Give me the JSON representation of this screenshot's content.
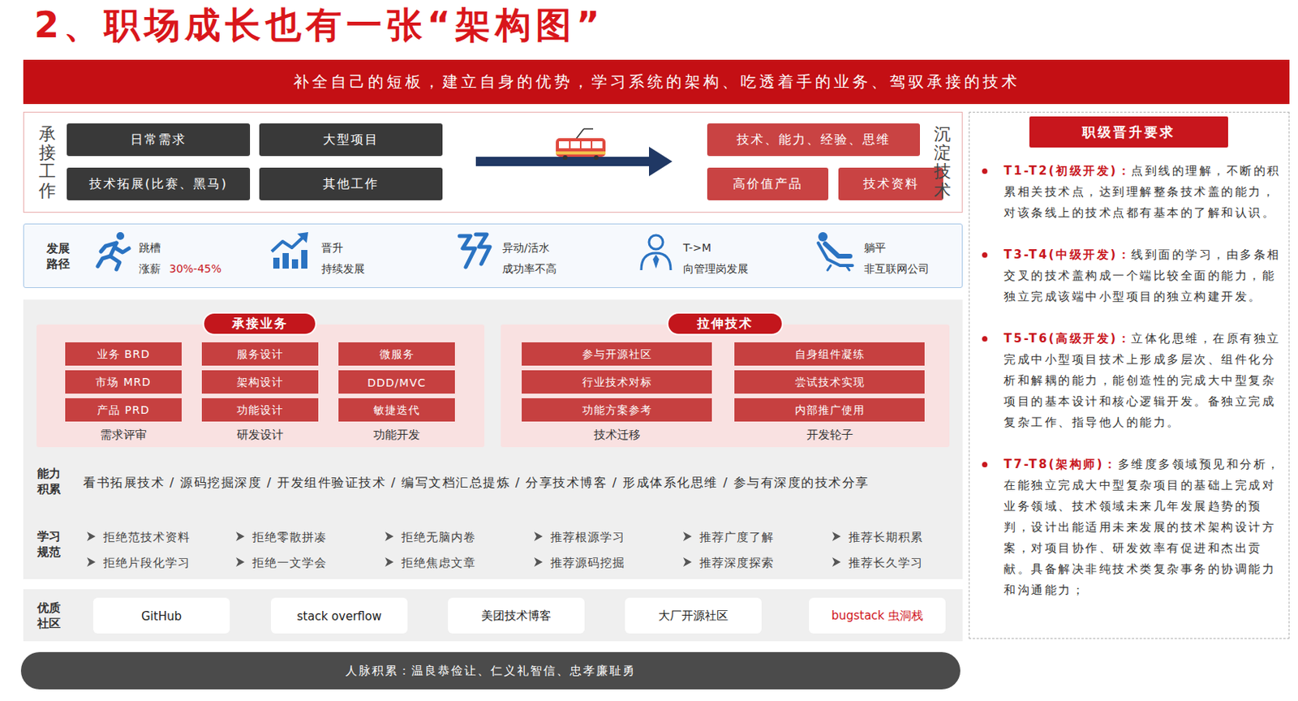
{
  "diagram": {
    "title": "2、职场成长也有一张“架构图”",
    "nodes": [
      {
        "text": [
          "补全自己的短板，建立自身的优势，学习系统的架构、吃透着手的业务、驾驭承接的技术"
        ]
      },
      {
        "text": [
          "承接工作",
          "沉淀技术"
        ]
      },
      {
        "text": [
          "日常需求"
        ],
        "in": 1
      },
      {
        "text": [
          "大型项目"
        ],
        "in": 1
      },
      {
        "text": [
          "技术拓展(比赛、黑马)"
        ],
        "in": 1
      },
      {
        "text": [
          "其他工作"
        ],
        "in": 1
      },
      {
        "text": [
          "技术、能力、经验、思维"
        ],
        "in": 1
      },
      {
        "text": [
          "高价值产品"
        ],
        "in": 1
      },
      {
        "text": [
          "技术资料"
        ],
        "in": 1
      },
      {
        "text": [
          "发展路径",
          "跳槽",
          "涨薪",
          "30%-45%",
          "晋升",
          "持续发展",
          "异动/活水",
          "成功率不高",
          "T->M",
          "向管理岗发展",
          "躺平",
          "非互联网公司"
        ]
      },
      {
        "text": [
          "能力积累",
          "看书拓展技术 / 源码挖掘深度 / 开发组件验证技术 / 编写文档汇总提炼 / 分享技术博客 / 形成体系化思维 / 参与有深度的技术分享",
          "学习规范",
          "拒绝范技术资料",
          "拒绝零散拼凑",
          "拒绝无脑内卷",
          "推荐根源学习",
          "推荐广度了解",
          "推荐长期积累",
          "拒绝片段化学习",
          "拒绝一文学会",
          "拒绝焦虑文章",
          "推荐源码挖掘",
          "推荐深度探索",
          "推荐长久学习"
        ]
      },
      {
        "text": [
          "需求评审",
          "研发设计",
          "功能开发"
        ],
        "in": 10
      },
      {
        "text": [
          "承接业务"
        ],
        "in": 11
      },
      {
        "text": [
          "业务 BRD"
        ],
        "in": 11
      },
      {
        "text": [
          "服务设计"
        ],
        "in": 11
      },
      {
        "text": [
          "微服务"
        ],
        "in": 11
      },
      {
        "text": [
          "市场 MRD"
        ],
        "in": 11
      },
      {
        "text": [
          "架构设计"
        ],
        "in": 11
      },
      {
        "text": [
          "DDD/MVC"
        ],
        "in": 11
      },
      {
        "text": [
          "产品 PRD"
        ],
        "in": 11
      },
      {
        "text": [
          "功能设计"
        ],
        "in": 11
      },
      {
        "text": [
          "敏捷迭代"
        ],
        "in": 11
      },
      {
        "text": [
          "技术迁移",
          "开发轮子"
        ],
        "in": 10
      },
      {
        "text": [
          "拉伸技术"
        ],
        "in": 22
      },
      {
        "text": [
          "参与开源社区"
        ],
        "in": 22
      },
      {
        "text": [
          "自身组件凝练"
        ],
        "in": 22
      },
      {
        "text": [
          "行业技术对标"
        ],
        "in": 22
      },
      {
        "text": [
          "尝试技术实现"
        ],
        "in": 22
      },
      {
        "text": [
          "功能方案参考"
        ],
        "in": 22
      },
      {
        "text": [
          "内部推广使用"
        ],
        "in": 22
      },
      {
        "text": [
          "优质社区"
        ]
      },
      {
        "text": [
          "GitHub"
        ],
        "in": 30
      },
      {
        "text": [
          "stack overflow"
        ],
        "in": 30
      },
      {
        "text": [
          "美团技术博客"
        ],
        "in": 30
      },
      {
        "text": [
          "大厂开源社区"
        ],
        "in": 30
      },
      {
        "text": [
          "bugstack 虫洞栈"
        ],
        "in": 30
      },
      {
        "text": [
          "人脉积累：温良恭俭让、仁义礼智信、忠孝廉耻勇"
        ]
      },
      {
        "text": [
          "T1-T2(初级开发)：",
          "点到线的理解，不断的积累相关技术点，达到理解整条技术盖的能力，对该条线上的技术点都有基本的了解和认识。",
          "T3-T4(中级开发)：",
          "线到面的学习，由多条相交叉的技术盖构成一个端比较全面的能力，能独立完成该端中小型项目的独立构建开发。",
          "T5-T6(高级开发)：",
          "立体化思维，在原有独立完成中小型项目技术上形成多层次、组件化分析和解耦的能力，能创造性的完成大中型复杂项目的基本设计和核心逻辑开发。备独立完成复杂工作、指导他人的能力。",
          "T7-T8(架构师)：",
          "多维度多领域预见和分析，在能独立完成大中型复杂项目的基础上完成对业务领域、技术领域未来几年发展趋势的预判，设计出能适用未来发展的技术架构设计方案，对项目协作、研发效率有促进和杰出贡献。具备解决非纯技术类复杂事务的协调能力和沟通能力；"
        ]
      },
      {
        "text": [
          "职级晋升要求"
        ],
        "in": 37
      }
    ]
  }
}
